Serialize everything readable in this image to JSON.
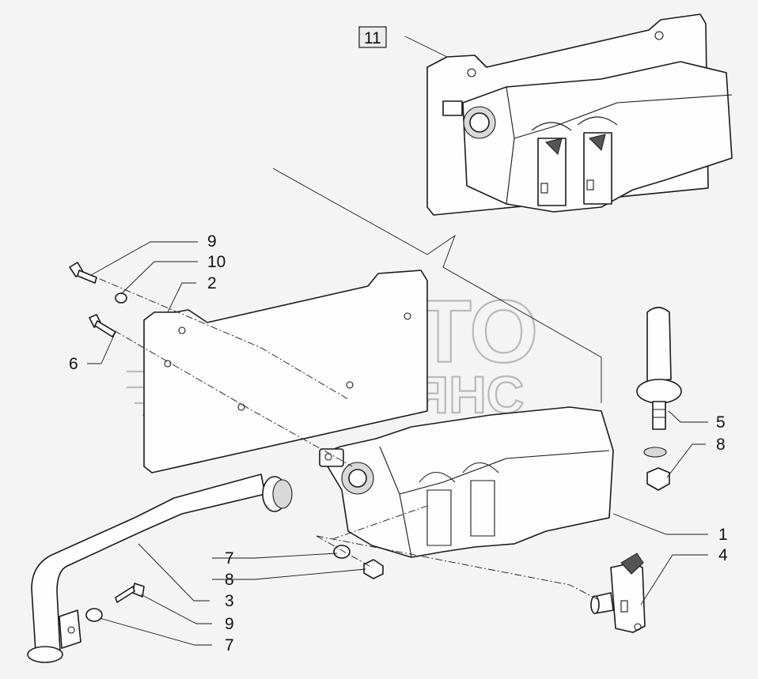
{
  "watermark": {
    "line1": "АВТО",
    "line2": "АЛЬЯНС"
  },
  "callouts": {
    "boxed": "11",
    "bolt_top": "9",
    "washer_top": "10",
    "bracket": "2",
    "screw_left": "6",
    "tank": "1",
    "cap": "5",
    "washer_cap": "8",
    "pump": "4",
    "washer_mid": "7",
    "nut_mid": "8",
    "pipe": "3",
    "bolt_bottom": "9",
    "washer_bottom": "7"
  }
}
